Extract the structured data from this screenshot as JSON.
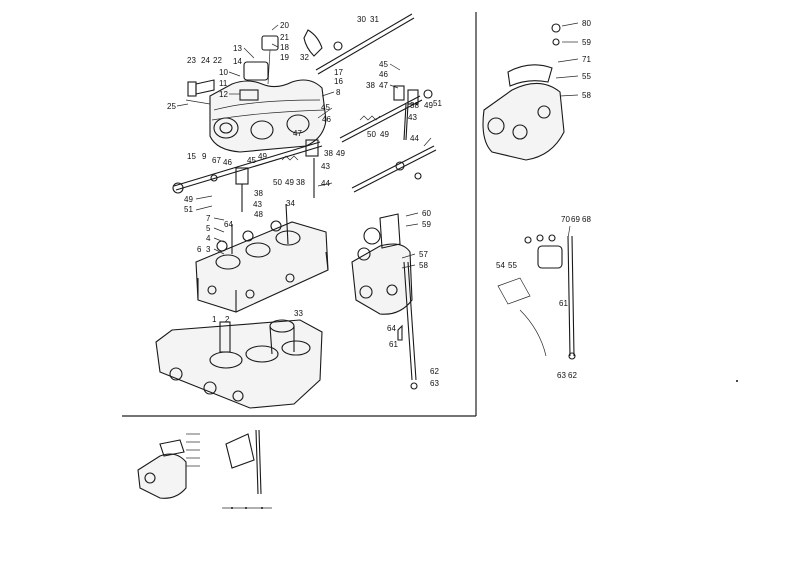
{
  "diagram": {
    "callouts": [
      {
        "id": "c-20",
        "text": "20"
      },
      {
        "id": "c-21",
        "text": "21"
      },
      {
        "id": "c-18",
        "text": "18"
      },
      {
        "id": "c-19",
        "text": "19"
      },
      {
        "id": "c-13",
        "text": "13"
      },
      {
        "id": "c-14",
        "text": "14"
      },
      {
        "id": "c-23",
        "text": "23"
      },
      {
        "id": "c-24",
        "text": "24"
      },
      {
        "id": "c-22",
        "text": "22"
      },
      {
        "id": "c-10",
        "text": "10"
      },
      {
        "id": "c-11",
        "text": "11"
      },
      {
        "id": "c-12",
        "text": "12"
      },
      {
        "id": "c-25",
        "text": "25"
      },
      {
        "id": "c-30",
        "text": "30"
      },
      {
        "id": "c-31",
        "text": "31"
      },
      {
        "id": "c-32",
        "text": "32"
      },
      {
        "id": "c-17",
        "text": "17"
      },
      {
        "id": "c-16",
        "text": "16"
      },
      {
        "id": "c-8",
        "text": "8"
      },
      {
        "id": "c-45a",
        "text": "45"
      },
      {
        "id": "c-46a",
        "text": "46"
      },
      {
        "id": "c-47a",
        "text": "47"
      },
      {
        "id": "c-38a",
        "text": "38"
      },
      {
        "id": "c-38b",
        "text": "38"
      },
      {
        "id": "c-49a",
        "text": "49"
      },
      {
        "id": "c-51a",
        "text": "51"
      },
      {
        "id": "c-43a",
        "text": "43"
      },
      {
        "id": "c-50a",
        "text": "50"
      },
      {
        "id": "c-49b",
        "text": "49"
      },
      {
        "id": "c-44a",
        "text": "44"
      },
      {
        "id": "c-45b",
        "text": "45"
      },
      {
        "id": "c-46b",
        "text": "46"
      },
      {
        "id": "c-47b",
        "text": "47"
      },
      {
        "id": "c-38c",
        "text": "38"
      },
      {
        "id": "c-49c",
        "text": "49"
      },
      {
        "id": "c-43b",
        "text": "43"
      },
      {
        "id": "c-44b",
        "text": "44"
      },
      {
        "id": "c-15",
        "text": "15"
      },
      {
        "id": "c-9",
        "text": "9"
      },
      {
        "id": "c-67",
        "text": "67"
      },
      {
        "id": "c-46c",
        "text": "46"
      },
      {
        "id": "c-45c",
        "text": "45"
      },
      {
        "id": "c-49d",
        "text": "49"
      },
      {
        "id": "c-50b",
        "text": "50"
      },
      {
        "id": "c-49e",
        "text": "49"
      },
      {
        "id": "c-38d",
        "text": "38"
      },
      {
        "id": "c-38e",
        "text": "38"
      },
      {
        "id": "c-49f",
        "text": "49"
      },
      {
        "id": "c-51b",
        "text": "51"
      },
      {
        "id": "c-43c",
        "text": "43"
      },
      {
        "id": "c-48",
        "text": "48"
      },
      {
        "id": "c-34",
        "text": "34"
      },
      {
        "id": "c-7",
        "text": "7"
      },
      {
        "id": "c-5",
        "text": "5"
      },
      {
        "id": "c-64a",
        "text": "64"
      },
      {
        "id": "c-4",
        "text": "4"
      },
      {
        "id": "c-6",
        "text": "6"
      },
      {
        "id": "c-3",
        "text": "3"
      },
      {
        "id": "c-1",
        "text": "1"
      },
      {
        "id": "c-2",
        "text": "2"
      },
      {
        "id": "c-33",
        "text": "33"
      },
      {
        "id": "c-60a",
        "text": "60"
      },
      {
        "id": "c-59a",
        "text": "59"
      },
      {
        "id": "c-57",
        "text": "57"
      },
      {
        "id": "c-58a",
        "text": "58"
      },
      {
        "id": "c-64b",
        "text": "64"
      },
      {
        "id": "c-61a",
        "text": "61"
      },
      {
        "id": "c-62a",
        "text": "62"
      },
      {
        "id": "c-63a",
        "text": "63"
      },
      {
        "id": "c-80",
        "text": "80"
      },
      {
        "id": "c-59b",
        "text": "59"
      },
      {
        "id": "c-71",
        "text": "71"
      },
      {
        "id": "c-55a",
        "text": "55"
      },
      {
        "id": "c-58b",
        "text": "58"
      },
      {
        "id": "c-70",
        "text": "70"
      },
      {
        "id": "c-69",
        "text": "69"
      },
      {
        "id": "c-68",
        "text": "68"
      },
      {
        "id": "c-54",
        "text": "54"
      },
      {
        "id": "c-55b",
        "text": "55"
      },
      {
        "id": "c-61b",
        "text": "61"
      },
      {
        "id": "c-63b",
        "text": "63"
      },
      {
        "id": "c-62b",
        "text": "62"
      }
    ]
  }
}
